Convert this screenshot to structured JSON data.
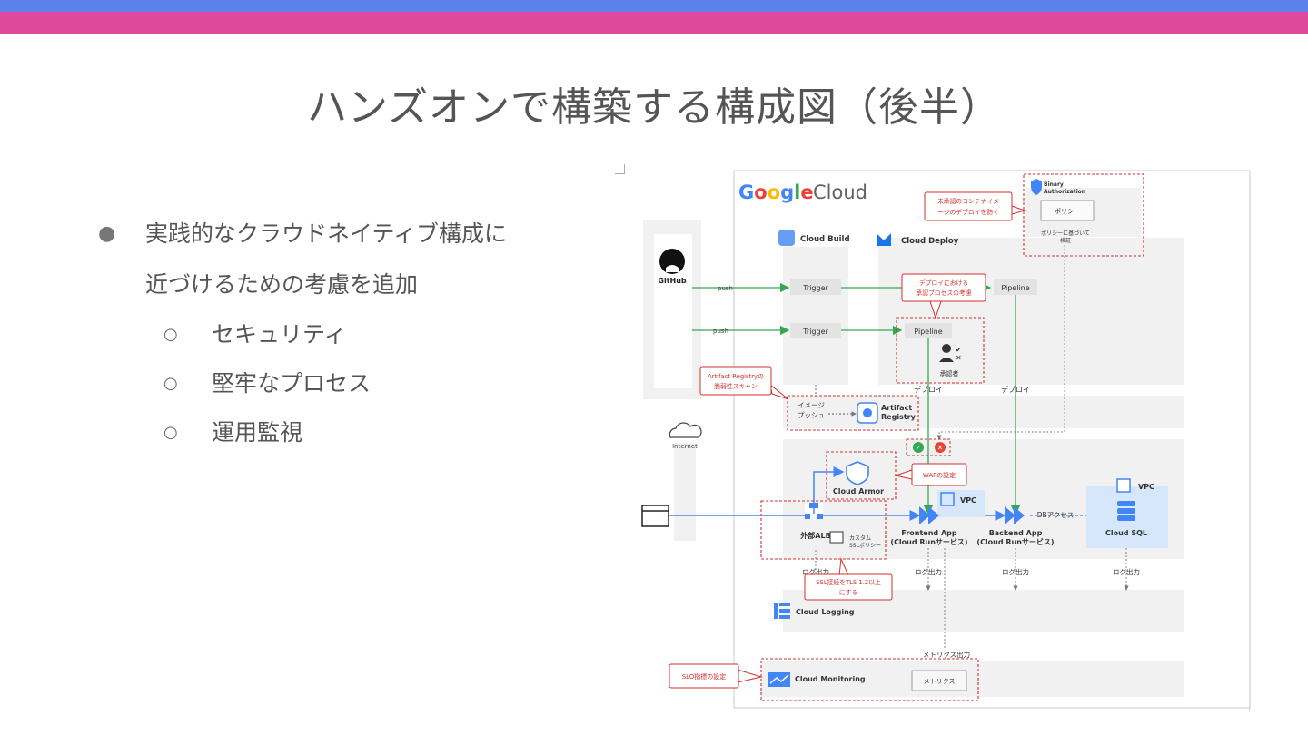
{
  "slide": {
    "title": "ハンズオンで構築する構成図（後半）",
    "bullets": [
      {
        "text": "実践的なクラウドネイティブ構成に",
        "continuation": "近づけるための考慮を追加"
      }
    ],
    "sub_bullets": [
      "セキュリティ",
      "堅牢なプロセス",
      "運用監視"
    ]
  },
  "diagram": {
    "logo": {
      "google": "Google",
      "cloud": "Cloud"
    },
    "github": "GitHub",
    "internet": "Internet",
    "push1": "push",
    "push2": "push",
    "cloud_build": "Cloud Build",
    "cloud_deploy": "Cloud Deploy",
    "binary_auth": {
      "line1": "Binary",
      "line2": "Authorization",
      "policy": "ポリシー",
      "note1": "ポリシーに基づいて",
      "note2": "検証"
    },
    "trigger1": "Trigger",
    "trigger2": "Trigger",
    "pipeline_top": "Pipeline",
    "pipeline_mid": "Pipeline",
    "approver": "承認者",
    "deploy1": "デプロイ",
    "deploy2": "デプロイ",
    "image_push1": "イメージ",
    "image_push2": "プッシュ",
    "artifact1": "Artifact",
    "artifact2": "Registry",
    "cloud_armor": "Cloud Armor",
    "alb": "外部ALB",
    "ssl_policy1": "カスタム",
    "ssl_policy2": "SSLポリシー",
    "vpc1": "VPC",
    "vpc2": "VPC",
    "frontend1": "Frontend App",
    "frontend2": "(Cloud Runサービス)",
    "backend1": "Backend App",
    "backend2": "(Cloud Runサービス)",
    "db_access": "DBアクセス",
    "cloud_sql": "Cloud SQL",
    "log1": "ログ出力",
    "log2": "ログ出力",
    "log3": "ログ出力",
    "log4": "ログ出力",
    "cloud_logging": "Cloud Logging",
    "metrics_out": "メトリクス出力",
    "cloud_monitoring": "Cloud Monitoring",
    "metrics": "メトリクス",
    "callouts": {
      "unapproved1": "未承認のコンテナイメ",
      "unapproved2": "ージのデプロイを防ぐ",
      "approval1": "デプロイにおける",
      "approval2": "承認プロセスの考慮",
      "artifact_scan1": "Artifact Registryの",
      "artifact_scan2": "脆弱性スキャン",
      "waf": "WAFの設定",
      "ssl1": "SSL接続をTLS 1.2以上",
      "ssl2": "にする",
      "slo": "SLO指標の設定"
    },
    "colors": {
      "callout": "#d32f2f",
      "push_line": "#34a853",
      "traffic_line": "#4285f4",
      "vpc_fill": "#d6e6fb"
    }
  }
}
